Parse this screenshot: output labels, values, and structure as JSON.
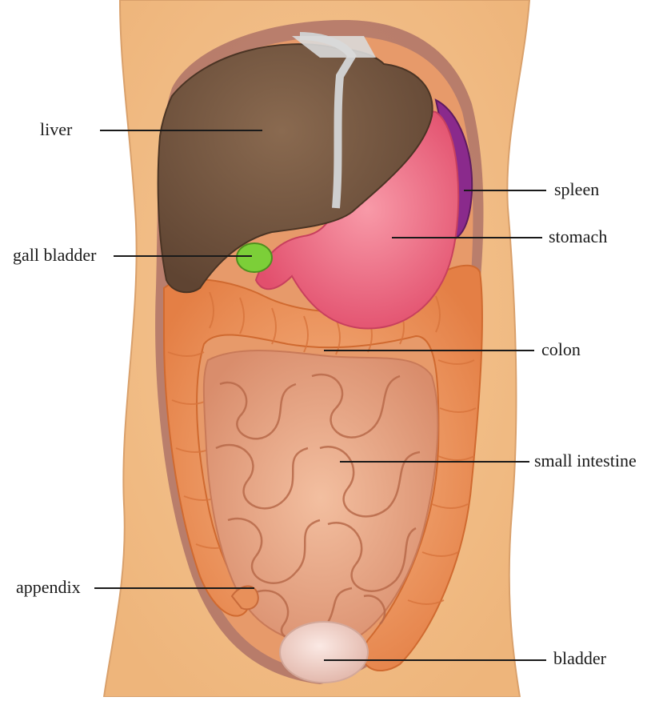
{
  "labels": {
    "liver": "liver",
    "gall_bladder": "gall bladder",
    "appendix": "appendix",
    "spleen": "spleen",
    "stomach": "stomach",
    "colon": "colon",
    "small_intestine": "small intestine",
    "bladder": "bladder"
  },
  "colors": {
    "background": "#ffffff",
    "skin": "#f3c08a",
    "cavity": "#8a4a58",
    "liver": "#7a5a42",
    "stomach": "#f06a82",
    "spleen": "#8a2a8c",
    "gall_bladder": "#7ccf38",
    "colon": "#f2a46a",
    "small_intestine": "#e9a98a",
    "bladder": "#f3d6cc",
    "leader_line": "#1a1a1a"
  }
}
